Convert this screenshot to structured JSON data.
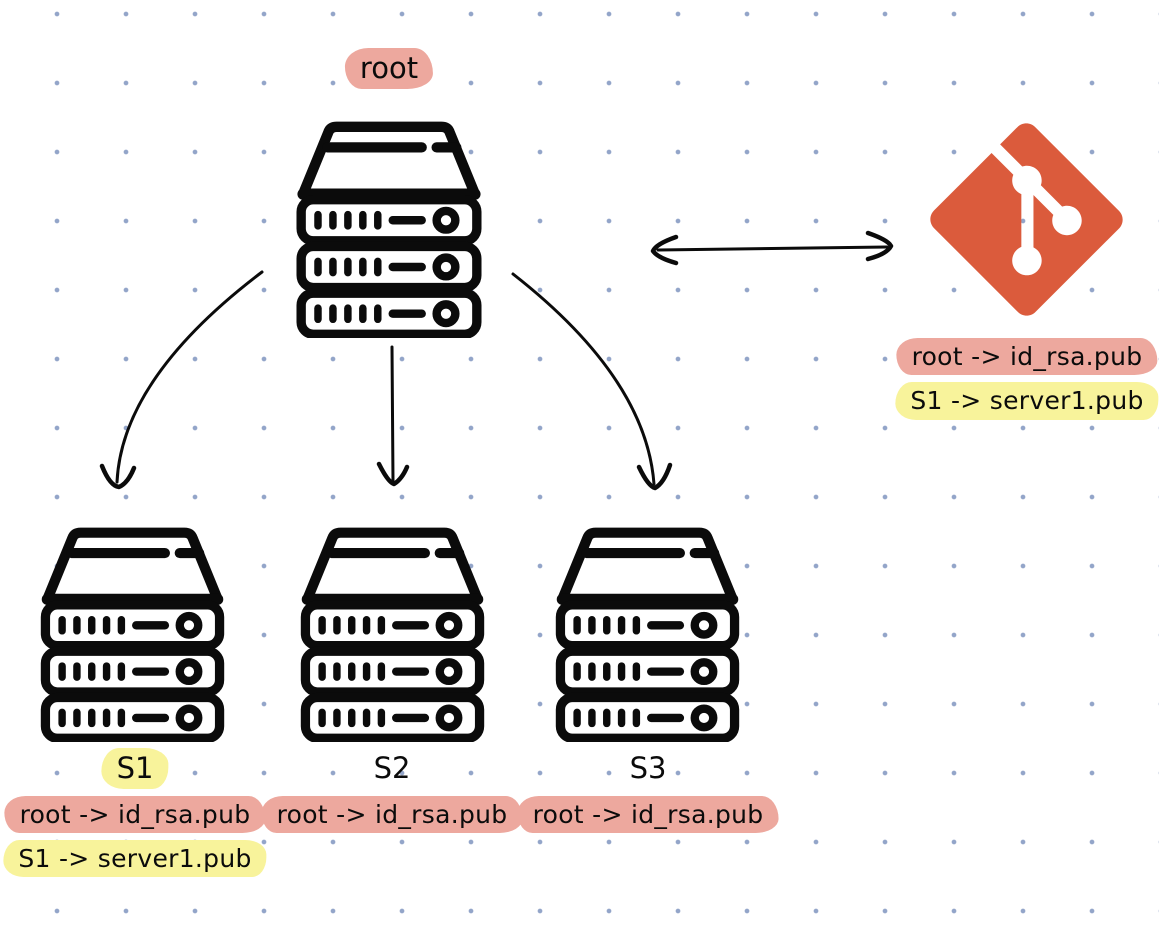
{
  "colors": {
    "highlight_pink": "#EDA89E",
    "highlight_yellow": "#F8F39B",
    "git_orange": "#DB5B3C",
    "ink": "#0B0B0B",
    "grid_dot": "#93A5C9"
  },
  "root": {
    "label": "root",
    "label_highlight": "pink",
    "icon": "server-stack-icon"
  },
  "git": {
    "icon": "git-logo-icon",
    "keys": [
      {
        "text": "root -> id_rsa.pub",
        "highlight": "pink"
      },
      {
        "text": "S1 -> server1.pub",
        "highlight": "yellow"
      }
    ]
  },
  "servers": [
    {
      "name": "S1",
      "name_highlight": "yellow",
      "icon": "server-stack-icon",
      "keys": [
        {
          "text": "root -> id_rsa.pub",
          "highlight": "pink"
        },
        {
          "text": "S1 -> server1.pub",
          "highlight": "yellow"
        }
      ]
    },
    {
      "name": "S2",
      "name_highlight": "none",
      "icon": "server-stack-icon",
      "keys": [
        {
          "text": "root -> id_rsa.pub",
          "highlight": "pink"
        }
      ]
    },
    {
      "name": "S3",
      "name_highlight": "none",
      "icon": "server-stack-icon",
      "keys": [
        {
          "text": "root -> id_rsa.pub",
          "highlight": "pink"
        }
      ]
    }
  ],
  "connections": [
    {
      "from": "root",
      "to": "git",
      "style": "double-headed-arrow"
    },
    {
      "from": "root",
      "to": "S1",
      "style": "curved-arrow"
    },
    {
      "from": "root",
      "to": "S2",
      "style": "straight-arrow"
    },
    {
      "from": "root",
      "to": "S3",
      "style": "curved-arrow"
    }
  ]
}
